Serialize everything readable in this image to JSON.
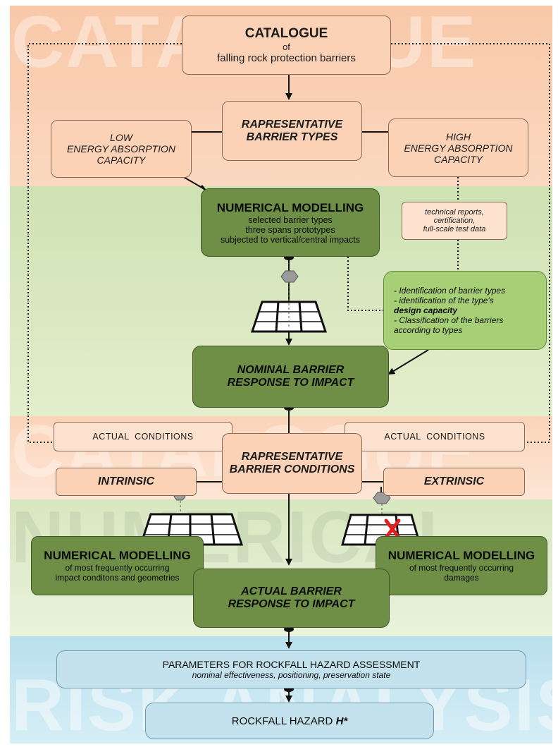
{
  "watermarks": {
    "top": "CATALOGUE",
    "mid": "CATALOGUE",
    "lower": "NUMERICAL",
    "bottom": "RISK ANALYSIS"
  },
  "catalogue": {
    "title": "CATALOGUE",
    "line2": "of",
    "line3": "falling rock protection barriers"
  },
  "rep_types": {
    "line1": "RAPRESENTATIVE",
    "line2": "BARRIER TYPES"
  },
  "low_energy": {
    "line1": "LOW",
    "line2": "ENERGY ABSORPTION",
    "line3": "CAPACITY"
  },
  "high_energy": {
    "line1": "HIGH",
    "line2": "ENERGY ABSORPTION",
    "line3": "CAPACITY"
  },
  "num_model_1": {
    "title": "NUMERICAL MODELLING",
    "line2": "selected barrier types",
    "line3": "three spans prototypes",
    "line4": "subjected to vertical/central impacts"
  },
  "tech_reports": {
    "line1": "technical reports,",
    "line2": "certification,",
    "line3": "full-scale test data"
  },
  "identification": {
    "line1": "- Identification of barrier types",
    "line2": "- identification of the type's",
    "line3": "design capacity",
    "line4": "- Classification of the barriers",
    "line5": "according to types"
  },
  "nominal": {
    "line1": "NOMINAL BARRIER",
    "line2": "RESPONSE TO IMPACT"
  },
  "actual_conditions_left": "ACTUAL  CONDITIONS",
  "actual_conditions_right": "ACTUAL  CONDITIONS",
  "rep_conditions": {
    "line1": "RAPRESENTATIVE",
    "line2": "BARRIER CONDITIONS"
  },
  "intrinsic": "INTRINSIC",
  "extrinsic": "EXTRINSIC",
  "num_model_left": {
    "title": "NUMERICAL MODELLING",
    "line2": "of most frequently occurring",
    "line3": "impact conditons and geometries"
  },
  "num_model_right": {
    "title": "NUMERICAL MODELLING",
    "line2": "of most frequently occurring",
    "line3": "damages"
  },
  "actual_response": {
    "line1": "ACTUAL BARRIER",
    "line2": "RESPONSE TO IMPACT"
  },
  "parameters": {
    "title": "PARAMETERS FOR ROCKFALL HAZARD ASSESSMENT",
    "subtitle": "nominal effectiveness, positioning, preservation state"
  },
  "hazard": {
    "label": "ROCKFALL HAZARD ",
    "symbol": "H*"
  },
  "colors": {
    "peach": "#fcd2b6",
    "dark_green": "#6e8f45",
    "light_green": "#a6cf76",
    "blue": "#c3e2ed",
    "damage_mark": "#e02020"
  }
}
